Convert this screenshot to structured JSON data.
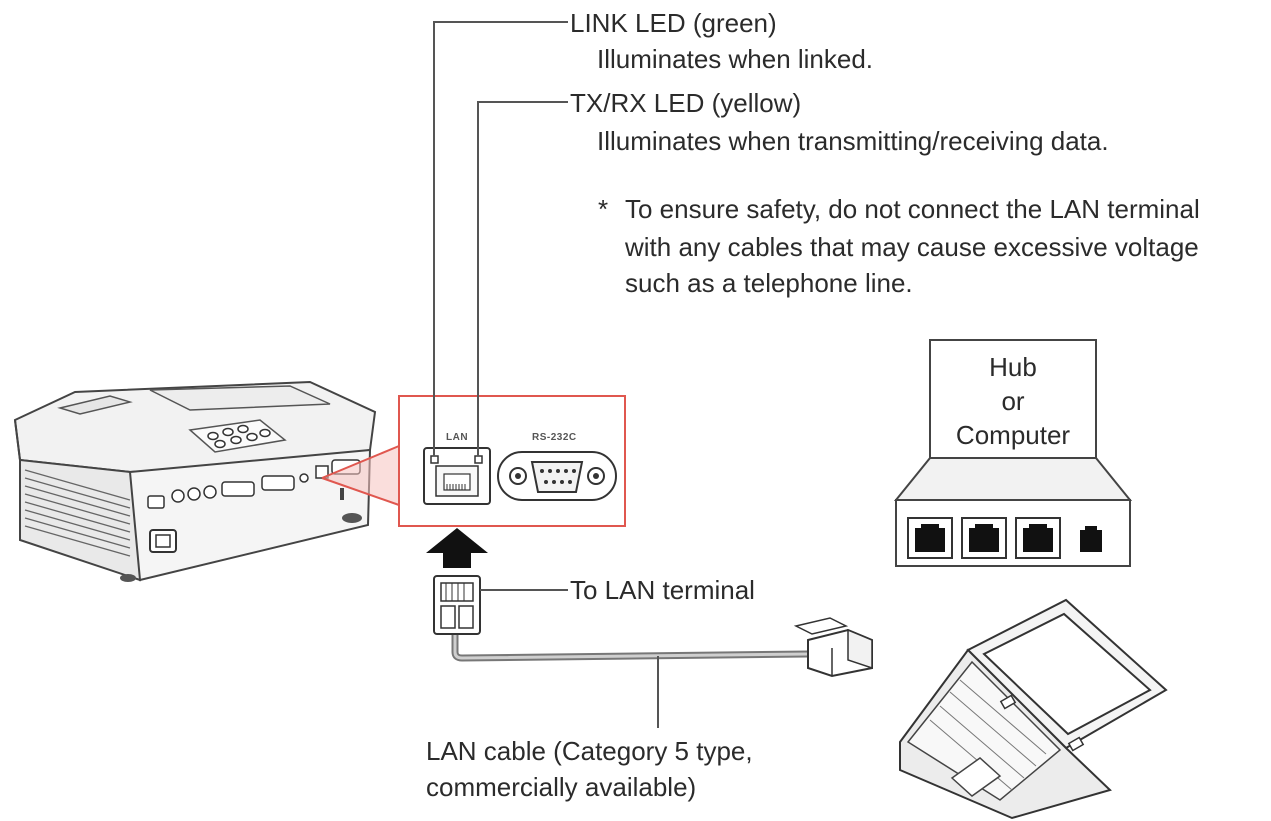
{
  "labels": {
    "link_led_title": "LINK LED (green)",
    "link_led_desc": "Illuminates when linked.",
    "txrx_led_title": "TX/RX LED (yellow)",
    "txrx_led_desc": "Illuminates when transmitting/receiving data.",
    "note_marker": "*",
    "note_line1": "To ensure safety, do not connect the LAN terminal",
    "note_line2": "with any cables that may cause excessive voltage",
    "note_line3": "such as a telephone line.",
    "hub_line1": "Hub",
    "hub_line2": "or",
    "hub_line3": "Computer",
    "to_lan_terminal": "To LAN terminal",
    "cable_line1": "LAN cable (Category 5 type,",
    "cable_line2": "commercially available)",
    "port_lan": "LAN",
    "port_rs232c": "RS-232C"
  },
  "colors": {
    "callout_red": "#e0574f",
    "line_gray": "#555555",
    "cable_gray": "#8a8a8a",
    "text": "#2b2b2b"
  }
}
